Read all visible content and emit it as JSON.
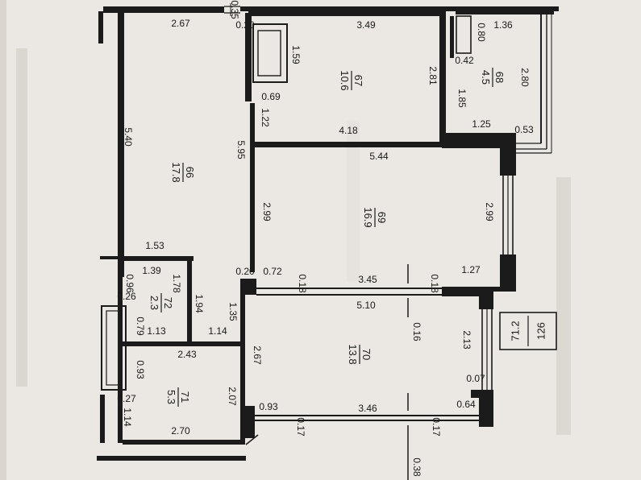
{
  "plan": {
    "dimensions": [
      {
        "id": "d1",
        "text": "2.67"
      },
      {
        "id": "d2",
        "text": "0.35"
      },
      {
        "id": "d3",
        "text": "0.20"
      },
      {
        "id": "d4",
        "text": "3.49"
      },
      {
        "id": "d5",
        "text": "0.80"
      },
      {
        "id": "d6",
        "text": "1.36"
      },
      {
        "id": "d7",
        "text": "1.59"
      },
      {
        "id": "d8",
        "text": "0.42"
      },
      {
        "id": "d9",
        "text": "2.81"
      },
      {
        "id": "d10",
        "text": "2.80"
      },
      {
        "id": "d11",
        "text": "1.85"
      },
      {
        "id": "d12",
        "text": "0.69"
      },
      {
        "id": "d13",
        "text": "1.22"
      },
      {
        "id": "d14",
        "text": "5.40"
      },
      {
        "id": "d15",
        "text": "4.18"
      },
      {
        "id": "d16",
        "text": "1.25"
      },
      {
        "id": "d17",
        "text": "0.53"
      },
      {
        "id": "d18",
        "text": "5.95"
      },
      {
        "id": "d19",
        "text": "5.44"
      },
      {
        "id": "d20",
        "text": "2.99"
      },
      {
        "id": "d21",
        "text": "2.99"
      },
      {
        "id": "d22",
        "text": "1.53"
      },
      {
        "id": "d23",
        "text": "1.39"
      },
      {
        "id": "d24",
        "text": "0.20"
      },
      {
        "id": "d25",
        "text": "0.72"
      },
      {
        "id": "d26",
        "text": "0.18"
      },
      {
        "id": "d27",
        "text": "3.45"
      },
      {
        "id": "d28",
        "text": "0.18"
      },
      {
        "id": "d29",
        "text": "1.27"
      },
      {
        "id": "d30",
        "text": "0.96"
      },
      {
        "id": "d31",
        "text": "1.78"
      },
      {
        "id": "d32",
        "text": "1.94"
      },
      {
        "id": "d33",
        "text": "0.26"
      },
      {
        "id": "d34",
        "text": "0.79"
      },
      {
        "id": "d35",
        "text": "1.35"
      },
      {
        "id": "d36",
        "text": "5.10"
      },
      {
        "id": "d37",
        "text": "1.13"
      },
      {
        "id": "d38",
        "text": "1.14"
      },
      {
        "id": "d39",
        "text": "0.16"
      },
      {
        "id": "d40",
        "text": "2.13"
      },
      {
        "id": "d41",
        "text": "2.43"
      },
      {
        "id": "d42",
        "text": "2.67"
      },
      {
        "id": "d43",
        "text": "0.93"
      },
      {
        "id": "d44",
        "text": "0.07"
      },
      {
        "id": "d45",
        "text": "2.07"
      },
      {
        "id": "d46",
        "text": "0.64"
      },
      {
        "id": "d47",
        "text": "0.27"
      },
      {
        "id": "d48",
        "text": "0.93"
      },
      {
        "id": "d49",
        "text": "3.46"
      },
      {
        "id": "d50",
        "text": "1.14"
      },
      {
        "id": "d51",
        "text": "0.17"
      },
      {
        "id": "d52",
        "text": "0.17"
      },
      {
        "id": "d53",
        "text": "2.70"
      },
      {
        "id": "d54",
        "text": "0.38"
      }
    ],
    "rooms": [
      {
        "id": "r66",
        "number": "66",
        "area": "17.8"
      },
      {
        "id": "r67",
        "number": "67",
        "area": "10.6"
      },
      {
        "id": "r68",
        "number": "68",
        "area": "4.5"
      },
      {
        "id": "r69",
        "number": "69",
        "area": "16.9"
      },
      {
        "id": "r70",
        "number": "70",
        "area": "13.8"
      },
      {
        "id": "r71",
        "number": "71",
        "area": "5.3"
      },
      {
        "id": "r72",
        "number": "72",
        "area": "2.3"
      }
    ],
    "apartment": {
      "number": "126",
      "area": "71.2"
    }
  }
}
